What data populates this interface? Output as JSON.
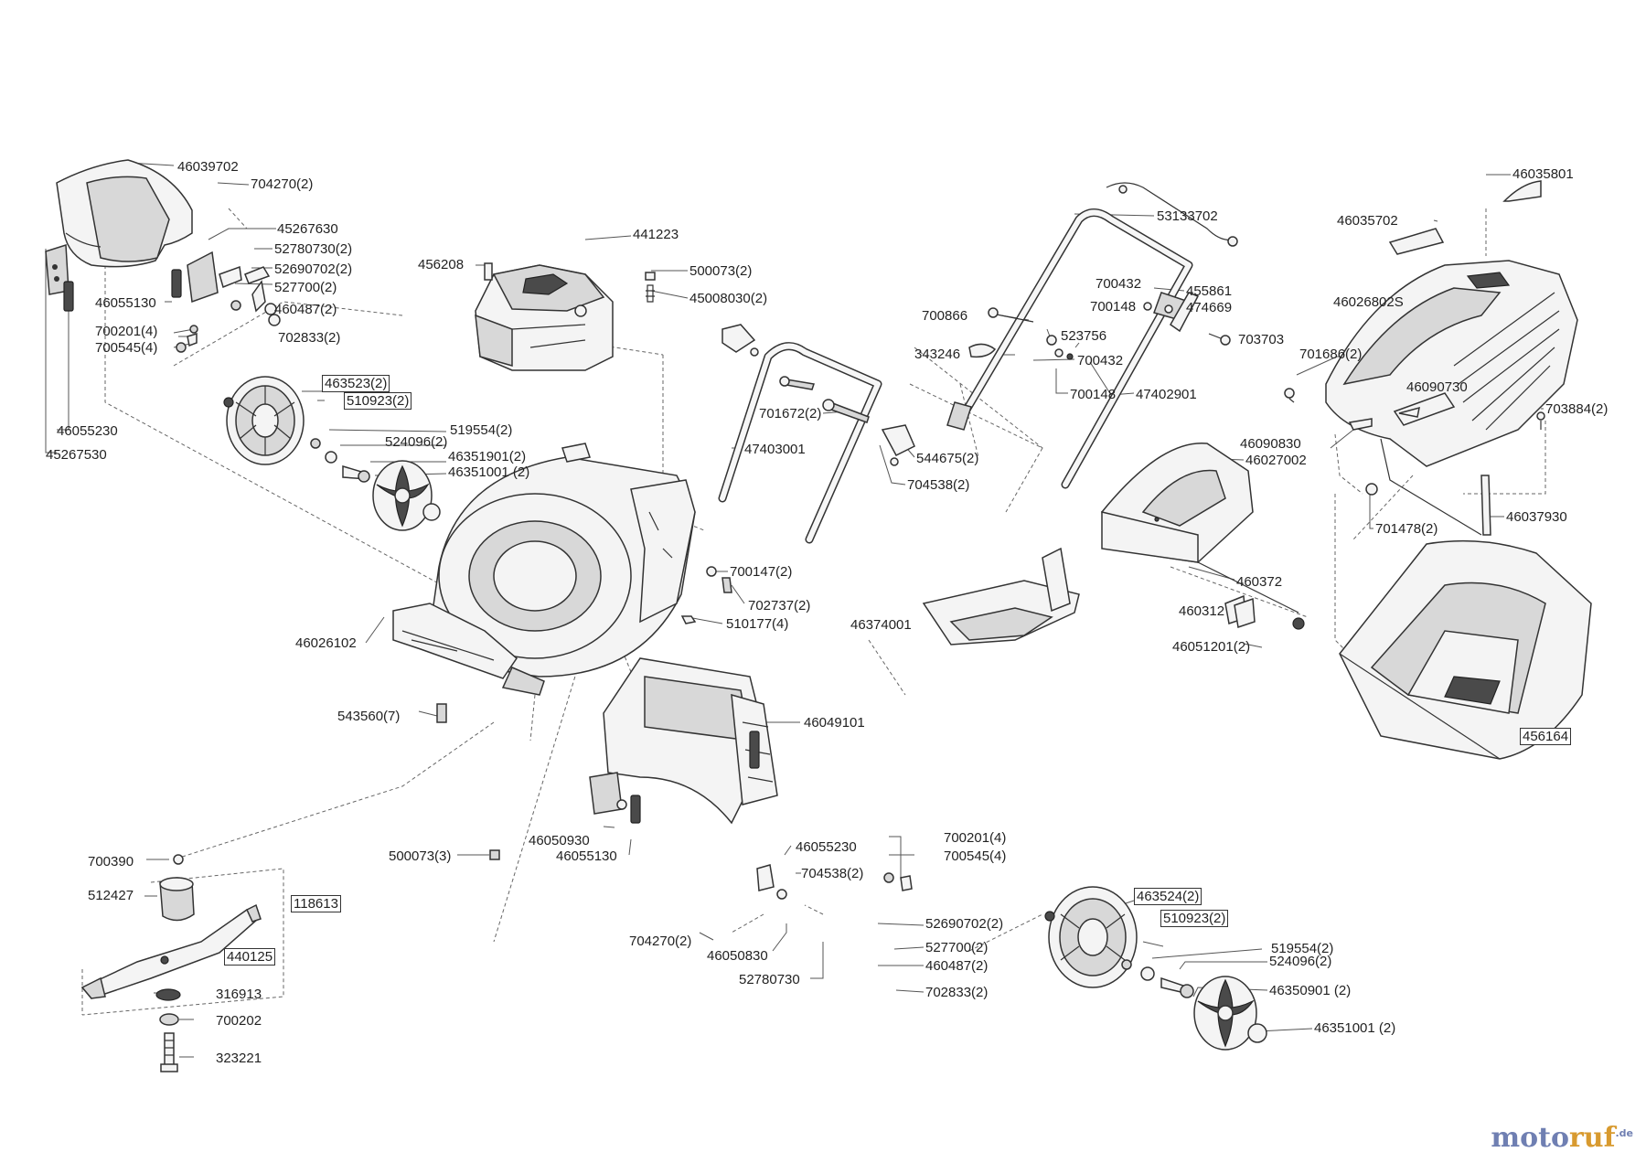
{
  "labels": {
    "l_46039702": "46039702",
    "l_704270_top": "704270(2)",
    "l_45267630": "45267630",
    "l_52780730_top": "52780730(2)",
    "l_52690702_top": "52690702(2)",
    "l_46055130_top": "46055130",
    "l_527700_top": "527700(2)",
    "l_460487_top": "460487(2)",
    "l_700201_top": "700201(4)",
    "l_700545_top": "700545(4)",
    "l_702833_top": "702833(2)",
    "l_463523": "463523(2)",
    "l_510923_top": "510923(2)",
    "l_46055230_top": "46055230",
    "l_45267530": "45267530",
    "l_519554_top": "519554(2)",
    "l_524096_top": "524096(2)",
    "l_46351901": "46351901(2)",
    "l_46351001_top": "46351001 (2)",
    "l_441223": "441223",
    "l_456208": "456208",
    "l_500073_top": "500073(2)",
    "l_45008030": "45008030(2)",
    "l_47403001": "47403001",
    "l_701672": "701672(2)",
    "l_544675": "544675(2)",
    "l_704538_top": "704538(2)",
    "l_700147": "700147(2)",
    "l_702737": "702737(2)",
    "l_510177": "510177(4)",
    "l_46026102": "46026102",
    "l_543560": "543560(7)",
    "l_46049101": "46049101",
    "l_53133702": "53133702",
    "l_700432_top": "700432",
    "l_455861": "455861",
    "l_700148_top": "700148",
    "l_474669": "474669",
    "l_700866": "700866",
    "l_523756": "523756",
    "l_703703": "703703",
    "l_343246": "343246",
    "l_700432_bot": "700432",
    "l_700148_bot": "700148",
    "l_47402901": "47402901",
    "l_46027002": "46027002",
    "l_460372": "460372",
    "l_460312": "460312",
    "l_46051201": "46051201(2)",
    "l_46374001": "46374001",
    "l_46035801": "46035801",
    "l_46035702": "46035702",
    "l_46026802S": "46026802S",
    "l_701686": "701686(2)",
    "l_46090730": "46090730",
    "l_703884": "703884(2)",
    "l_46090830": "46090830",
    "l_701478": "701478(2)",
    "l_46037930": "46037930",
    "l_456164": "456164",
    "l_700390": "700390",
    "l_512427": "512427",
    "l_118613": "118613",
    "l_440125": "440125",
    "l_316913": "316913",
    "l_700202": "700202",
    "l_323221": "323221",
    "l_500073_bot": "500073(3)",
    "l_46050930": "46050930",
    "l_46055130_bot": "46055130",
    "l_46055230_bot": "46055230",
    "l_704538_bot": "704538(2)",
    "l_700201_bot": "700201(4)",
    "l_700545_bot": "700545(4)",
    "l_704270_bot": "704270(2)",
    "l_46050830": "46050830",
    "l_52780730_bot": "52780730",
    "l_52690702_bot": "52690702(2)",
    "l_527700_bot": "527700(2)",
    "l_460487_bot": "460487(2)",
    "l_702833_bot": "702833(2)",
    "l_463524": "463524(2)",
    "l_510923_bot": "510923(2)",
    "l_519554_bot": "519554(2)",
    "l_524096_bot": "524096(2)",
    "l_46350901": "46350901 (2)",
    "l_46351001_bot": "46351001 (2)"
  },
  "watermark": {
    "part_a": "moto",
    "part_b": "ruf",
    "part_c": "",
    "suffix": ".de"
  },
  "colors": {
    "line": "#333333",
    "text": "#222222",
    "watermark_blue": "#6f7fb2",
    "watermark_orange": "#d89a2f"
  }
}
